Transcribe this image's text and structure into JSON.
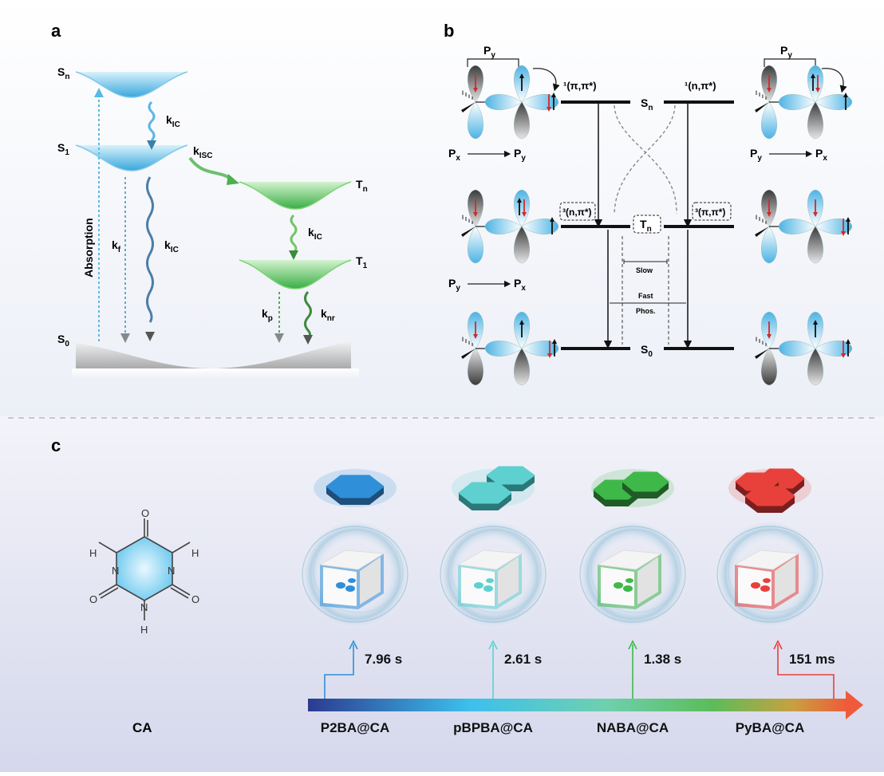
{
  "panel_labels": {
    "a": "a",
    "b": "b",
    "c": "c"
  },
  "panel_a": {
    "levels": {
      "sn": "S",
      "sn_sub": "n",
      "s1": "S",
      "s1_sub": "1",
      "s0": "S",
      "s0_sub": "0",
      "tn": "T",
      "tn_sub": "n",
      "t1": "T",
      "t1_sub": "1"
    },
    "absorption": "Absorption",
    "rates": {
      "kic": "k",
      "kic_sub": "IC",
      "kisc": "k",
      "kisc_sub": "ISC",
      "kf": "k",
      "kf_sub": "f",
      "kp": "k",
      "kp_sub": "p",
      "knr": "k",
      "knr_sub": "nr"
    }
  },
  "panel_b": {
    "py_top": "P",
    "py_sub": "y",
    "px": "P",
    "px_sub": "x",
    "state_pp_singlet": "¹(π,π*)",
    "state_np_singlet": "¹(n,π*)",
    "state_np_triplet_left": "³(n,π*)",
    "state_pp_triplet_right": "³(π,π*)",
    "sn": "S",
    "sn_sub": "n",
    "tn": "T",
    "tn_sub": "n",
    "s0": "S",
    "s0_sub": "0",
    "slow": "Slow",
    "fast_1": "Fast",
    "fast_2": "Phos."
  },
  "panel_c": {
    "molecule": {
      "atom_O": "O",
      "atom_N": "N",
      "atom_H": "H",
      "name": "CA"
    },
    "materials": [
      {
        "name": "P2BA@CA",
        "lifetime": "7.96 s",
        "color": "#2f8fd8"
      },
      {
        "name": "pBPBA@CA",
        "lifetime": "2.61 s",
        "color": "#5fd0d0"
      },
      {
        "name": "NABA@CA",
        "lifetime": "1.38 s",
        "color": "#3fb84a"
      },
      {
        "name": "PyBA@CA",
        "lifetime": "151 ms",
        "color": "#e8403a"
      }
    ]
  }
}
